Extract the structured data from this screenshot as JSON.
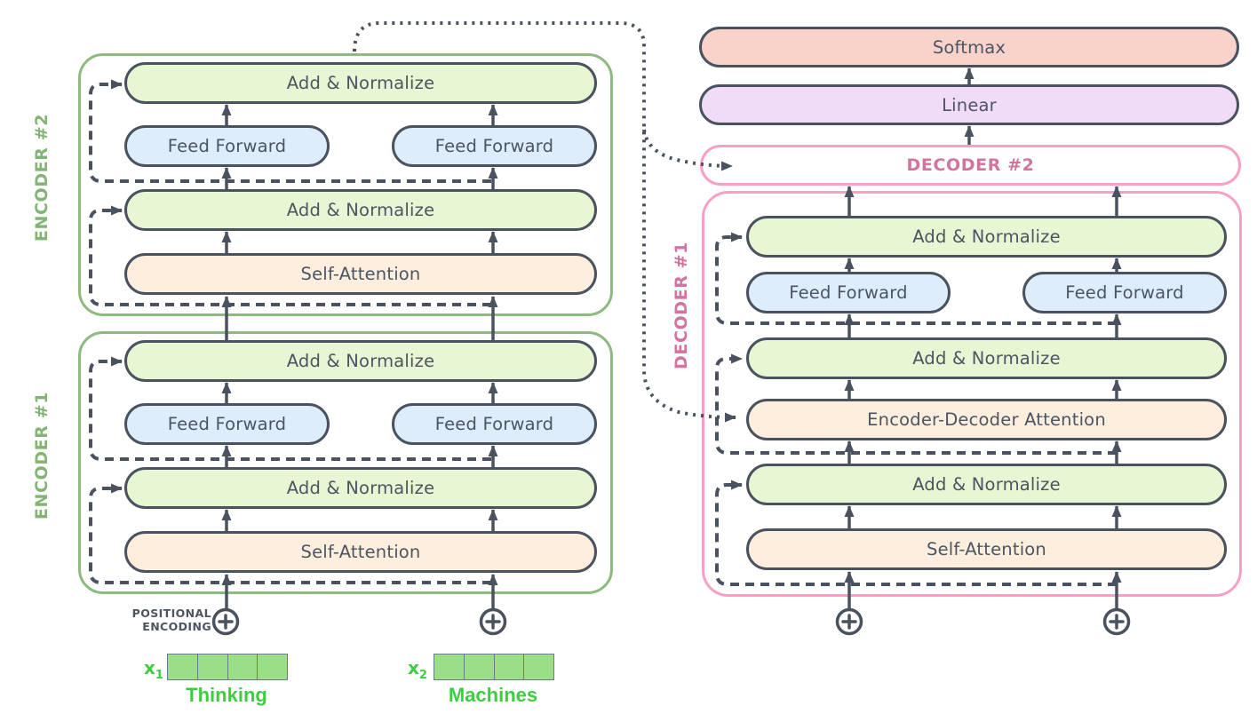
{
  "palette": {
    "outline_dark": "#4a525f",
    "green_fill": "#e7f6d3",
    "blue_fill": "#ddedfb",
    "peach_fill": "#fdeedd",
    "salmon_fill": "#f9d2ca",
    "lavender_fill": "#f0dcf7",
    "encoder_border": "#8cba7f",
    "decoder_border": "#f99fc6",
    "encoder_label": "#84b475",
    "decoder_label": "#d3739f",
    "word_green": "#3ecc41",
    "embed_fill": "#98df88",
    "embed_border": "#6f7a85",
    "text_dark": "#4b5563"
  },
  "encoders": [
    {
      "label": "ENCODER #2",
      "add_norm_top": "Add & Normalize",
      "feed_forward_left": "Feed Forward",
      "feed_forward_right": "Feed Forward",
      "add_norm_mid": "Add & Normalize",
      "self_attention": "Self-Attention"
    },
    {
      "label": "ENCODER #1",
      "add_norm_top": "Add & Normalize",
      "feed_forward_left": "Feed Forward",
      "feed_forward_right": "Feed Forward",
      "add_norm_mid": "Add & Normalize",
      "self_attention": "Self-Attention"
    }
  ],
  "decoder": {
    "label": "DECODER #1",
    "add_norm_top": "Add & Normalize",
    "feed_forward_left": "Feed Forward",
    "feed_forward_right": "Feed Forward",
    "add_norm_mid": "Add & Normalize",
    "encoder_decoder_attention": "Encoder-Decoder Attention",
    "add_norm_bottom": "Add & Normalize",
    "self_attention": "Self-Attention"
  },
  "decoder2_label": "DECODER #2",
  "output_head": {
    "linear": "Linear",
    "softmax": "Softmax"
  },
  "inputs": {
    "positional_encoding_line1": "POSITIONAL",
    "positional_encoding_line2": "ENCODING",
    "plus_icon": "+",
    "x1": "x",
    "x1_subscript": "1",
    "x2": "x",
    "x2_subscript": "2",
    "word1": "Thinking",
    "word2": "Machines",
    "embedding_cells_per_vector": 4
  }
}
